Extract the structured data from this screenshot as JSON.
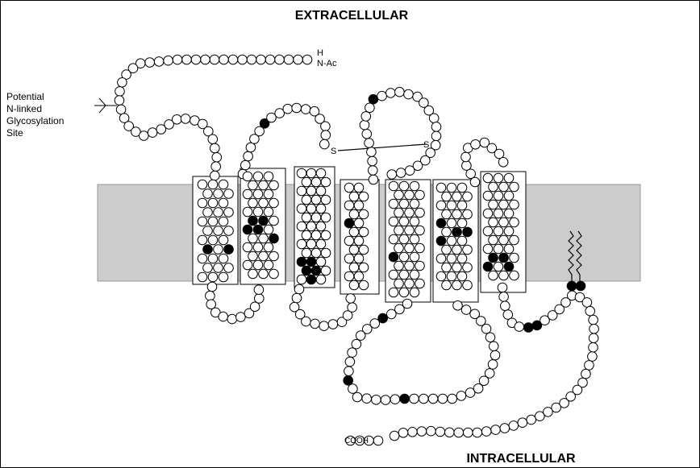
{
  "labels": {
    "extracellular": "EXTRACELLULAR",
    "intracellular": "INTRACELLULAR",
    "n_term_h": "H",
    "n_term_nac": "N-Ac",
    "glyco_line1": "Potential",
    "glyco_line2": "N-linked",
    "glyco_line3": "Glycosylation",
    "glyco_line4": "Site",
    "sulfur_left": "S",
    "sulfur_right": "S",
    "c_term": "COOH"
  },
  "colors": {
    "membrane": "#cccccc",
    "residue_fill": "#ffffff",
    "residue_highlight": "#000000",
    "stroke": "#000000"
  },
  "transmembrane_helices": 7
}
